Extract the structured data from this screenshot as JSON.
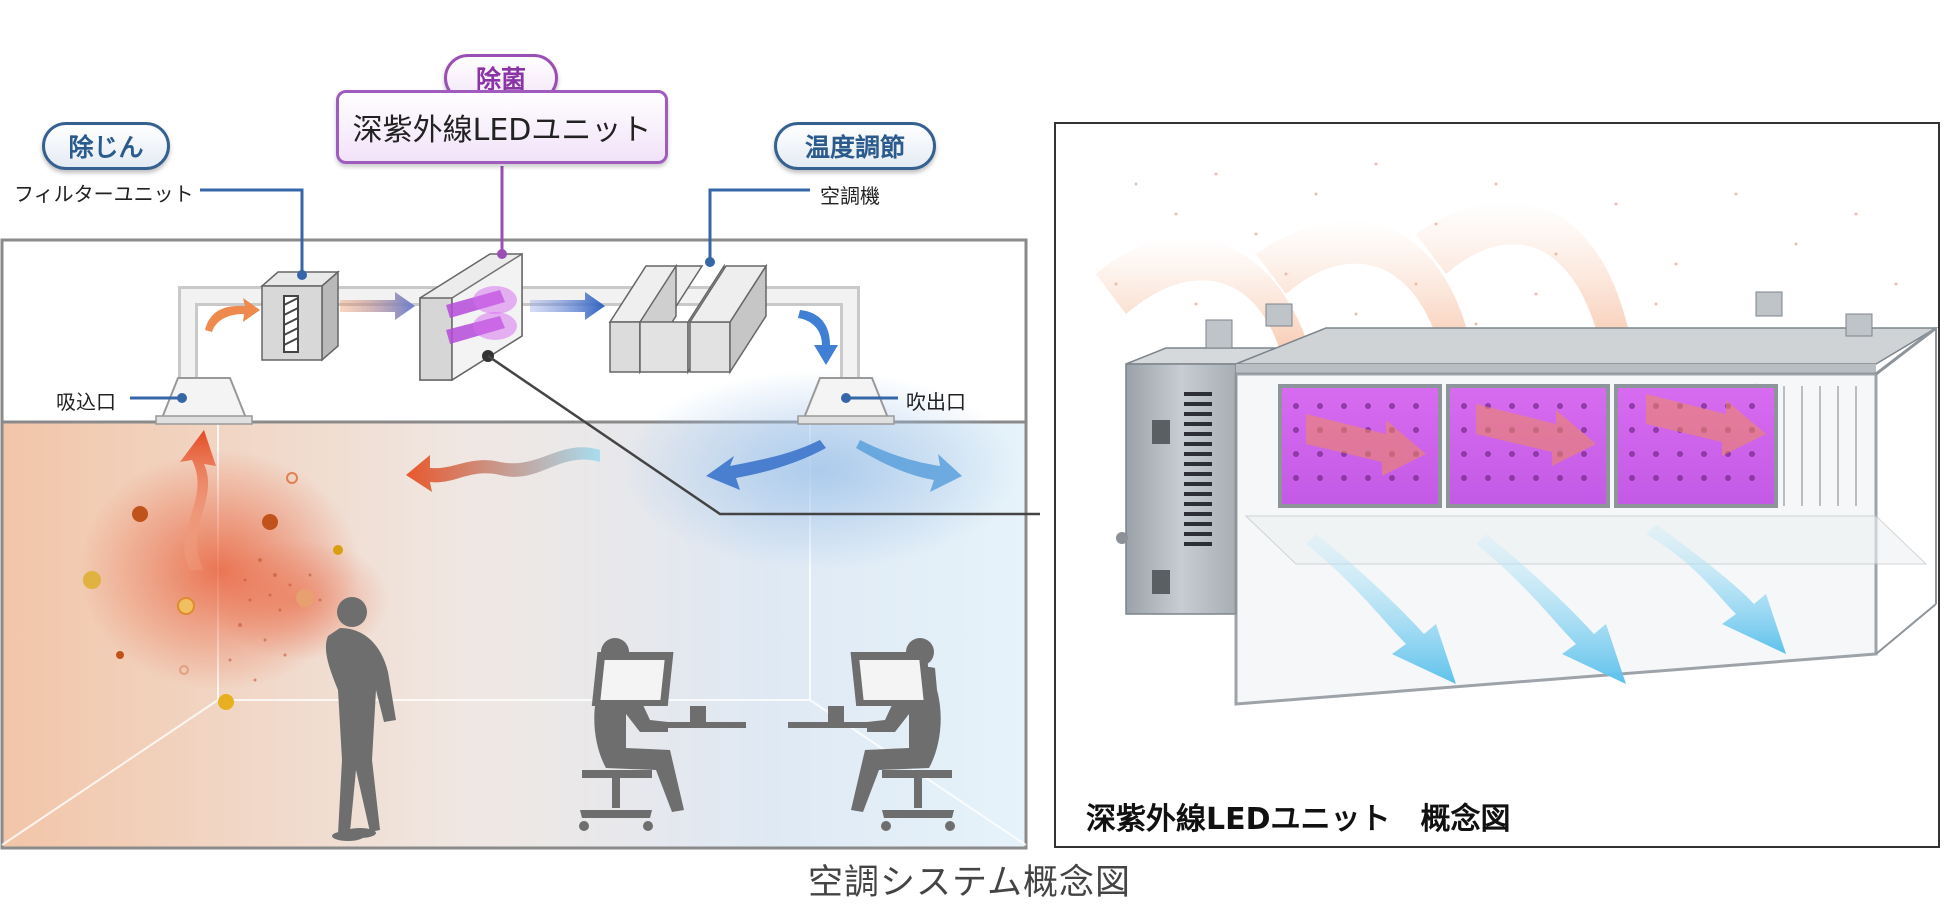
{
  "left_diagram": {
    "tags": {
      "dust": "除じん",
      "sterilize": "除菌",
      "temperature": "温度調節"
    },
    "components": {
      "uv_unit": "深紫外線LEDユニット",
      "filter_unit": "フィルターユニット",
      "air_conditioner": "空調機",
      "intake": "吸込口",
      "outlet": "吹出口"
    },
    "colors": {
      "blue_accent": "#3566a8",
      "purple_accent": "#9a4fb4",
      "warm_air": "#e8643a",
      "cool_air": "#4f86d0"
    }
  },
  "right_panel": {
    "caption": "深紫外線LEDユニット　概念図"
  },
  "figure_caption": "空調システム概念図"
}
